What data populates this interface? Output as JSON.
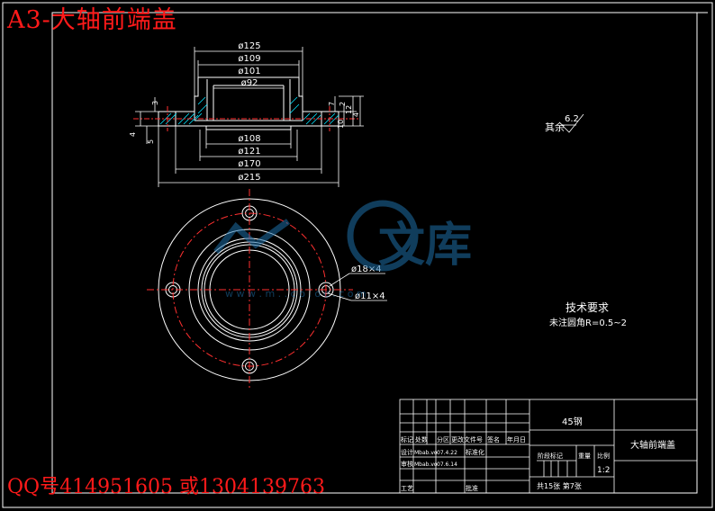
{
  "overlay": {
    "title": "A3-大轴前端盖",
    "contact": "QQ号414951605 或1304139763"
  },
  "section_view": {
    "top_dimensions": [
      "ø125",
      "ø109",
      "ø101",
      "ø92"
    ],
    "bottom_dimensions": [
      "ø108",
      "ø121",
      "ø170",
      "ø215"
    ],
    "left_dims": [
      "3",
      "4",
      "5"
    ],
    "right_dims": [
      "7",
      "2",
      "12",
      "4",
      "10"
    ]
  },
  "plan_view": {
    "hole_callout_large": "ø18×4",
    "hole_callout_small": "ø11×4"
  },
  "surface_finish": {
    "prefix": "其余",
    "value": "6.2"
  },
  "notes": {
    "heading": "技术要求",
    "line1": "未注圆角R=0.5~2"
  },
  "watermark": {
    "text": "文库",
    "url": "w w w . m . . c o . o c . c o m"
  },
  "title_block": {
    "material": "45钢",
    "part_name": "大轴前端盖",
    "header_cells": [
      "标记",
      "处数",
      "分区",
      "更改文件号",
      "签名",
      "年月日"
    ],
    "design_label": "设计",
    "design_name": "Mbab.vo",
    "design_date": "07.4.22",
    "standard_label": "标准化",
    "check_label": "审核",
    "check_name": "Mbab.vo",
    "check_date": "07.6.14",
    "process_label": "工艺",
    "approve_label": "批准",
    "stage_label": "阶段标记",
    "weight_label": "重量",
    "scale_label": "比例",
    "scale_value": "1:2",
    "sheet_info": "共15张 第7张"
  }
}
